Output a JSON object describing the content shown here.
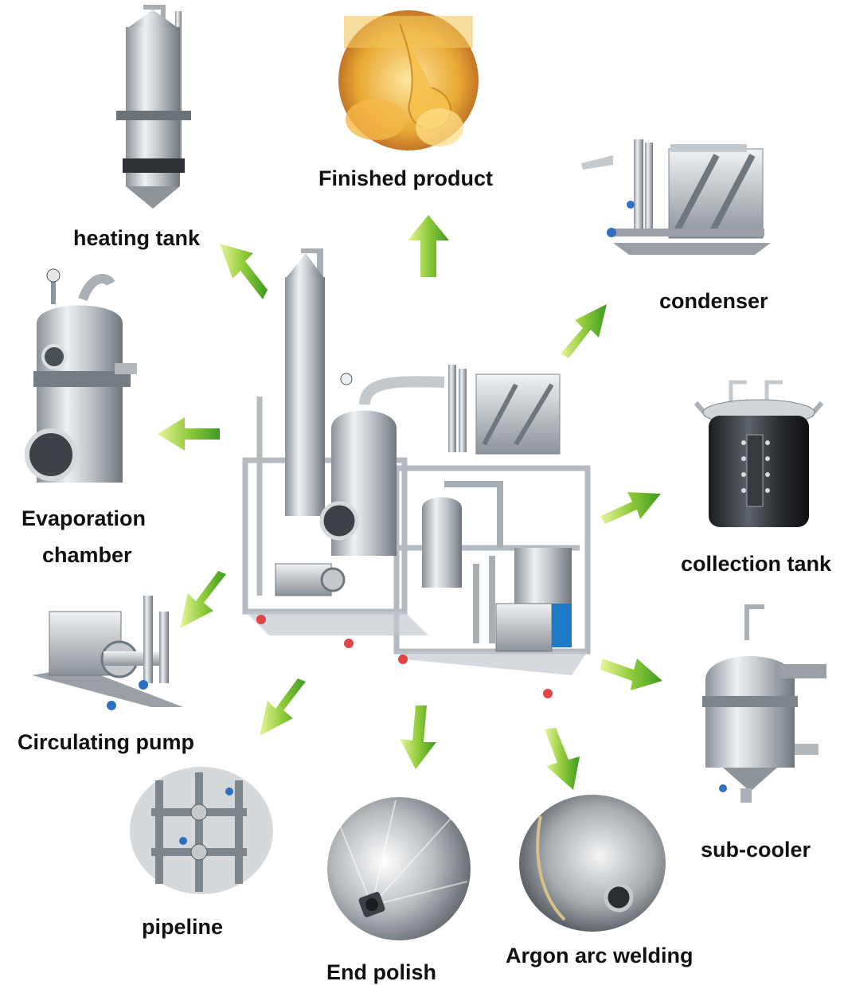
{
  "labels": {
    "finished_product": "Finished product",
    "heating_tank": "heating tank",
    "condenser": "condenser",
    "evaporation_chamber_line1": "Evaporation",
    "evaporation_chamber_line2": "chamber",
    "collection_tank": "collection tank",
    "circulating_pump": "Circulating pump",
    "sub_cooler": "sub-cooler",
    "pipeline": "pipeline",
    "end_polish": "End polish",
    "argon_arc_welding": "Argon arc welding"
  },
  "colors": {
    "arrow_green": "#5fae2e",
    "arrow_light": "#c8e86a",
    "steel": "#b9bec4",
    "steel_dark": "#7d858d",
    "honey": "#e8a820"
  }
}
